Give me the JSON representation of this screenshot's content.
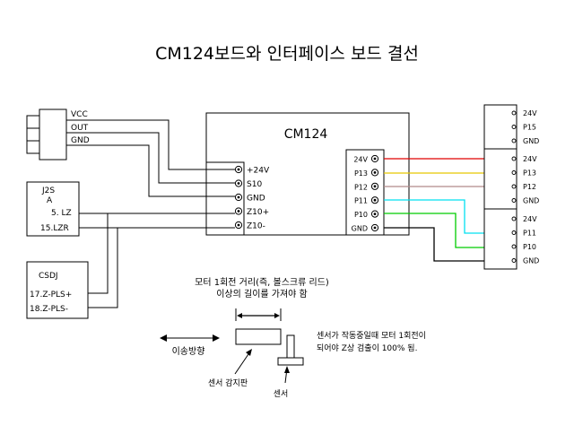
{
  "title": "CM124보드와 인터페이스 보드 결선",
  "board": {
    "name": "CM124",
    "left_pins": [
      "+24V",
      "S10",
      "GND",
      "Z10+",
      "Z10-"
    ],
    "right_pins": [
      "24V",
      "P13",
      "P12",
      "P11",
      "P10",
      "GND"
    ]
  },
  "sensor_block": {
    "pins": [
      "VCC",
      "OUT",
      "GND"
    ]
  },
  "j2s_block": {
    "lines": [
      "J2S",
      "A",
      "5. LZ",
      "15.LZR"
    ]
  },
  "csdj_block": {
    "lines": [
      "CSDJ",
      "17.Z-PLS+",
      "18.Z-PLS-"
    ]
  },
  "connector_1": {
    "pins": [
      "24V",
      "P15",
      "GND"
    ]
  },
  "connector_2": {
    "pins": [
      "24V",
      "P13",
      "P12",
      "GND"
    ]
  },
  "connector_3": {
    "pins": [
      "24V",
      "P11",
      "P10",
      "GND"
    ]
  },
  "wire_colors": {
    "p13": "#e00000",
    "p12": "#e8c800",
    "p11": "#b08a8a",
    "p10_a": "#00e0f0",
    "p10_b": "#00cc00",
    "gnd": "#000000"
  },
  "notes": {
    "travel_line1": "모터 1회전 거리(즉, 볼스크류 리드)",
    "travel_line2": "이상의 길이를 가져야 함",
    "sensor_note_line1": "센서가 작동중일때 모터 1회전이",
    "sensor_note_line2": "되어야 Z상 검출이 100% 됨.",
    "direction": "이송방향",
    "sensing_plate": "센서 감지판",
    "sensor": "센서"
  }
}
